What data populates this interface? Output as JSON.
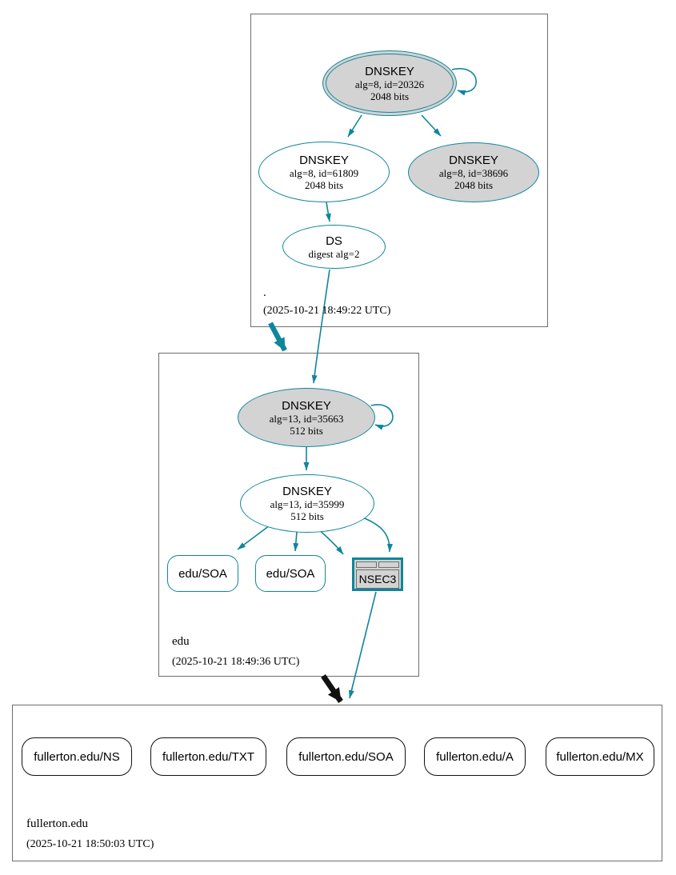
{
  "colors": {
    "teal": "#0e869c",
    "node_fill_gray": "#d3d3d3",
    "box_border": "#6e6e6e",
    "black": "#111111"
  },
  "zones": {
    "root": {
      "label": ".",
      "timestamp": "(2025-10-21 18:49:22 UTC)"
    },
    "edu": {
      "label": "edu",
      "timestamp": "(2025-10-21 18:49:36 UTC)"
    },
    "fullerton": {
      "label": "fullerton.edu",
      "timestamp": "(2025-10-21 18:50:03 UTC)"
    }
  },
  "nodes": {
    "root_ksk": {
      "title": "DNSKEY",
      "line1": "alg=8, id=20326",
      "line2": "2048 bits"
    },
    "root_zsk": {
      "title": "DNSKEY",
      "line1": "alg=8, id=61809",
      "line2": "2048 bits"
    },
    "root_key3": {
      "title": "DNSKEY",
      "line1": "alg=8, id=38696",
      "line2": "2048 bits"
    },
    "root_ds": {
      "title": "DS",
      "line1": "digest alg=2"
    },
    "edu_ksk": {
      "title": "DNSKEY",
      "line1": "alg=13, id=35663",
      "line2": "512 bits"
    },
    "edu_zsk": {
      "title": "DNSKEY",
      "line1": "alg=13, id=35999",
      "line2": "512 bits"
    },
    "edu_soa1": {
      "title": "edu/SOA"
    },
    "edu_soa2": {
      "title": "edu/SOA"
    },
    "edu_nsec3": {
      "title": "NSEC3"
    },
    "f_ns": {
      "title": "fullerton.edu/NS"
    },
    "f_txt": {
      "title": "fullerton.edu/TXT"
    },
    "f_soa": {
      "title": "fullerton.edu/SOA"
    },
    "f_a": {
      "title": "fullerton.edu/A"
    },
    "f_mx": {
      "title": "fullerton.edu/MX"
    }
  },
  "edges": [
    {
      "from": "root_ksk",
      "to": "root_ksk",
      "kind": "self-sign"
    },
    {
      "from": "root_ksk",
      "to": "root_zsk",
      "kind": "sign"
    },
    {
      "from": "root_ksk",
      "to": "root_key3",
      "kind": "sign"
    },
    {
      "from": "root_zsk",
      "to": "root_ds",
      "kind": "sign"
    },
    {
      "from": "root_ds",
      "to": "edu_ksk",
      "kind": "ds-to-dnskey"
    },
    {
      "from": "root_zone",
      "to": "edu_zone",
      "kind": "secure-delegation"
    },
    {
      "from": "edu_ksk",
      "to": "edu_ksk",
      "kind": "self-sign"
    },
    {
      "from": "edu_ksk",
      "to": "edu_zsk",
      "kind": "sign"
    },
    {
      "from": "edu_zsk",
      "to": "edu_soa1",
      "kind": "sign"
    },
    {
      "from": "edu_zsk",
      "to": "edu_soa2",
      "kind": "sign"
    },
    {
      "from": "edu_zsk",
      "to": "edu_nsec3",
      "kind": "sign"
    },
    {
      "from": "edu_zsk",
      "to": "edu_nsec3",
      "kind": "sign"
    },
    {
      "from": "edu_nsec3",
      "to": "fullerton_zone",
      "kind": "proof"
    },
    {
      "from": "edu_zone",
      "to": "fullerton_zone",
      "kind": "insecure-delegation"
    }
  ]
}
